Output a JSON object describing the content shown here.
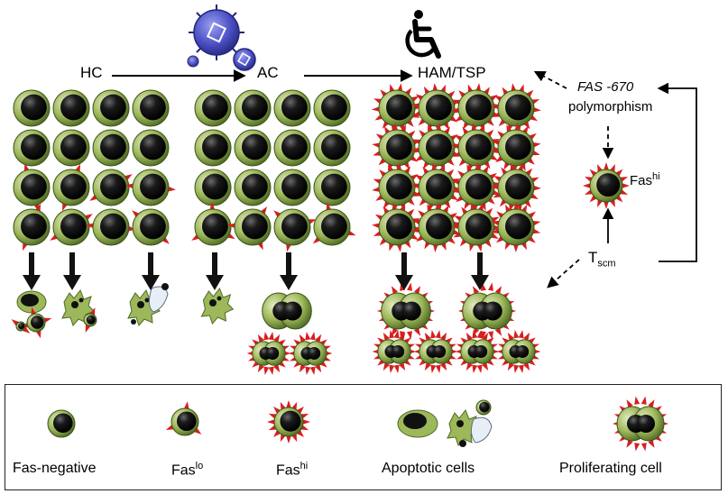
{
  "stages": {
    "hc": "HC",
    "ac": "AC",
    "ham": "HAM/TSP"
  },
  "polymorphism": {
    "gene": "FAS -670",
    "word": "polymorphism"
  },
  "fashi_label": {
    "base": "Fas",
    "sup": "hi"
  },
  "tscm_label": {
    "base": "T",
    "sub": "scm"
  },
  "legend": [
    {
      "base": "Fas-negative",
      "sup": ""
    },
    {
      "base": "Fas",
      "sup": "lo"
    },
    {
      "base": "Fas",
      "sup": "hi"
    },
    {
      "base": "Apoptotic cells",
      "sup": ""
    },
    {
      "base": "Proliferating cell",
      "sup": ""
    }
  ],
  "icons": {
    "virus": "virus-icon",
    "wheelchair": "wheelchair-icon"
  },
  "colors": {
    "cell_body": "#9db85a",
    "nucleus": "#111111",
    "fas_receptor": "#d81e1e",
    "virus": "#4a4fc4"
  }
}
